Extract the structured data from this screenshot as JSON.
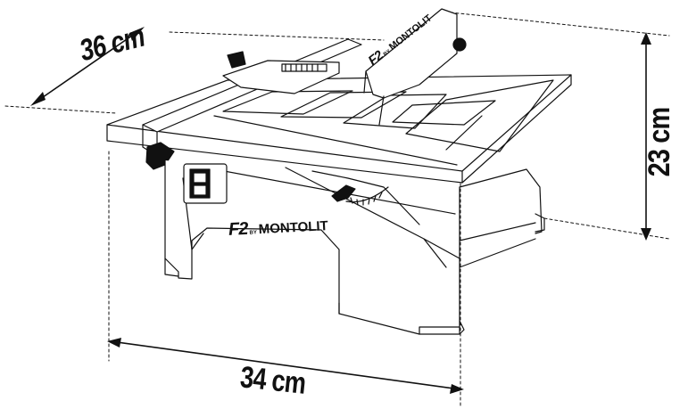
{
  "dimensions": {
    "depth": "36 cm",
    "height": "23 cm",
    "width": "34 cm"
  },
  "brand": {
    "model": "F2",
    "by": "BY",
    "name": "MONTOLIT"
  },
  "colors": {
    "line": "#111111",
    "background": "#ffffff",
    "shade": "#d9d9d9"
  },
  "icons": [
    "tile-saw-illustration",
    "power-switch",
    "bevel-knob",
    "fence-lock-knob",
    "angle-scale"
  ]
}
